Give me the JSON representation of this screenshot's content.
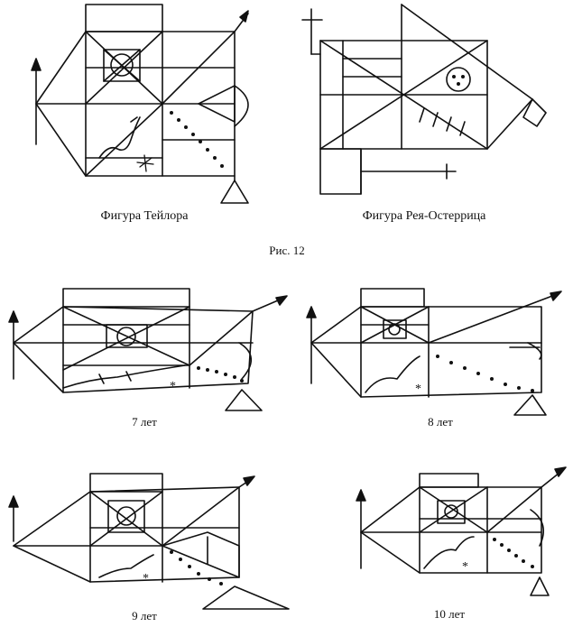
{
  "captions": {
    "taylor": "Фигура Тейлора",
    "rey": "Фигура Рея-Остеррица",
    "figure": "Рис. 12",
    "age7": "7 лет",
    "age8": "8 лет",
    "age9": "9 лет",
    "age10": "10 лет"
  }
}
